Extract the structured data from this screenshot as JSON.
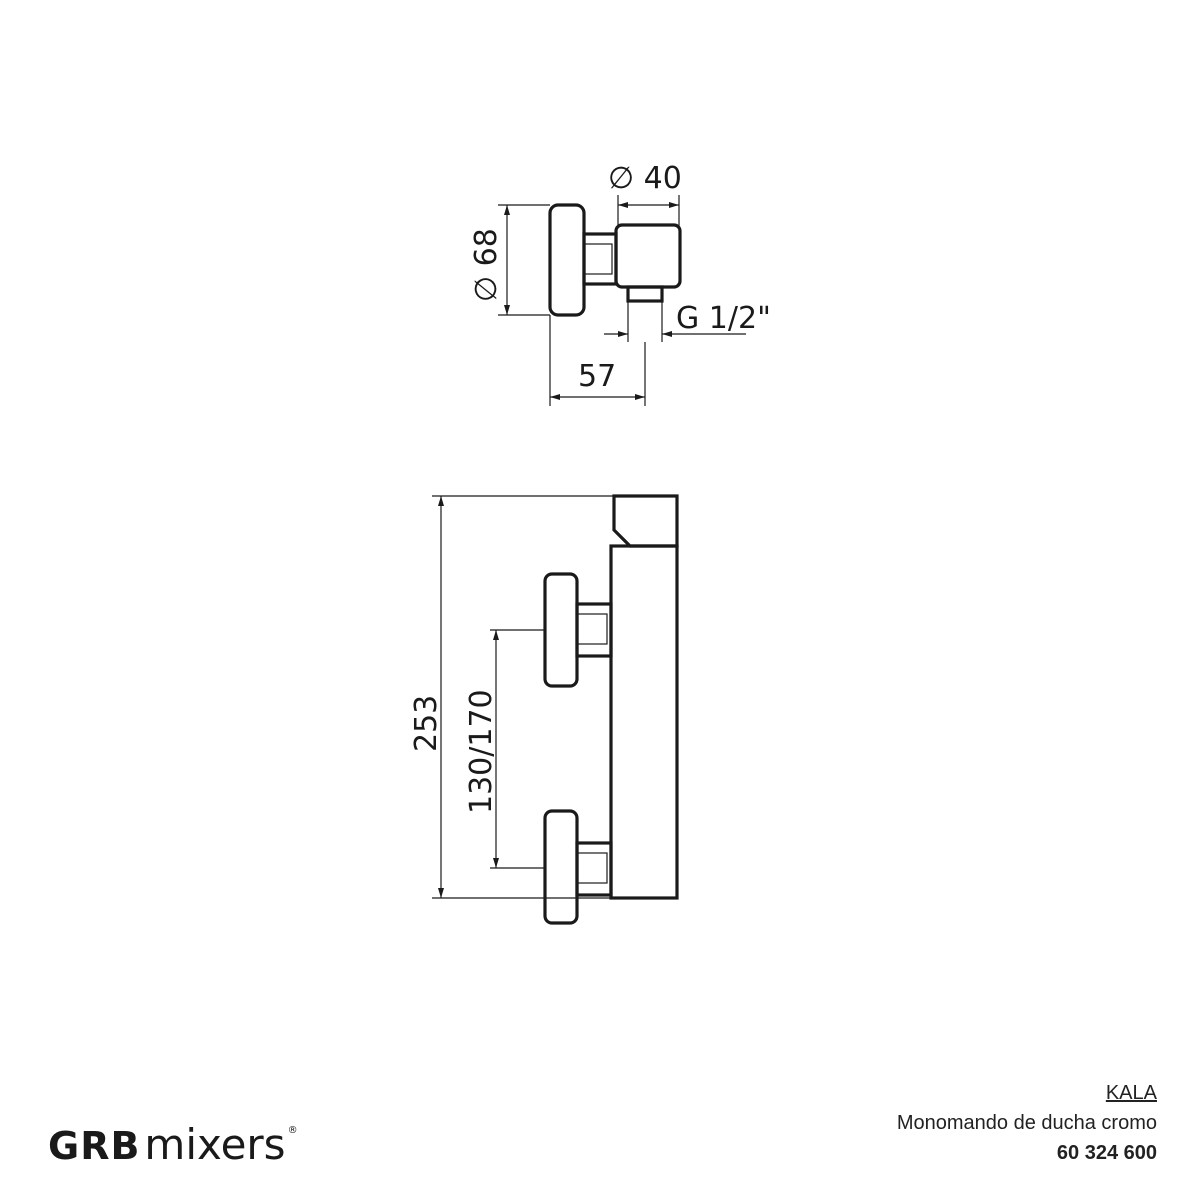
{
  "dimensions": {
    "top_depth": "∅ 40",
    "top_height": "∅ 68",
    "thread": "G 1/2\"",
    "projection": "57",
    "total_height": "253",
    "inlet_spacing": "130/170"
  },
  "logo": {
    "brand_bold": "GRB",
    "brand_light": "mixers",
    "registered": "®"
  },
  "title_block": {
    "product_name": "KALA",
    "description": "Monomando de ducha cromo",
    "code": "60 324 600"
  }
}
